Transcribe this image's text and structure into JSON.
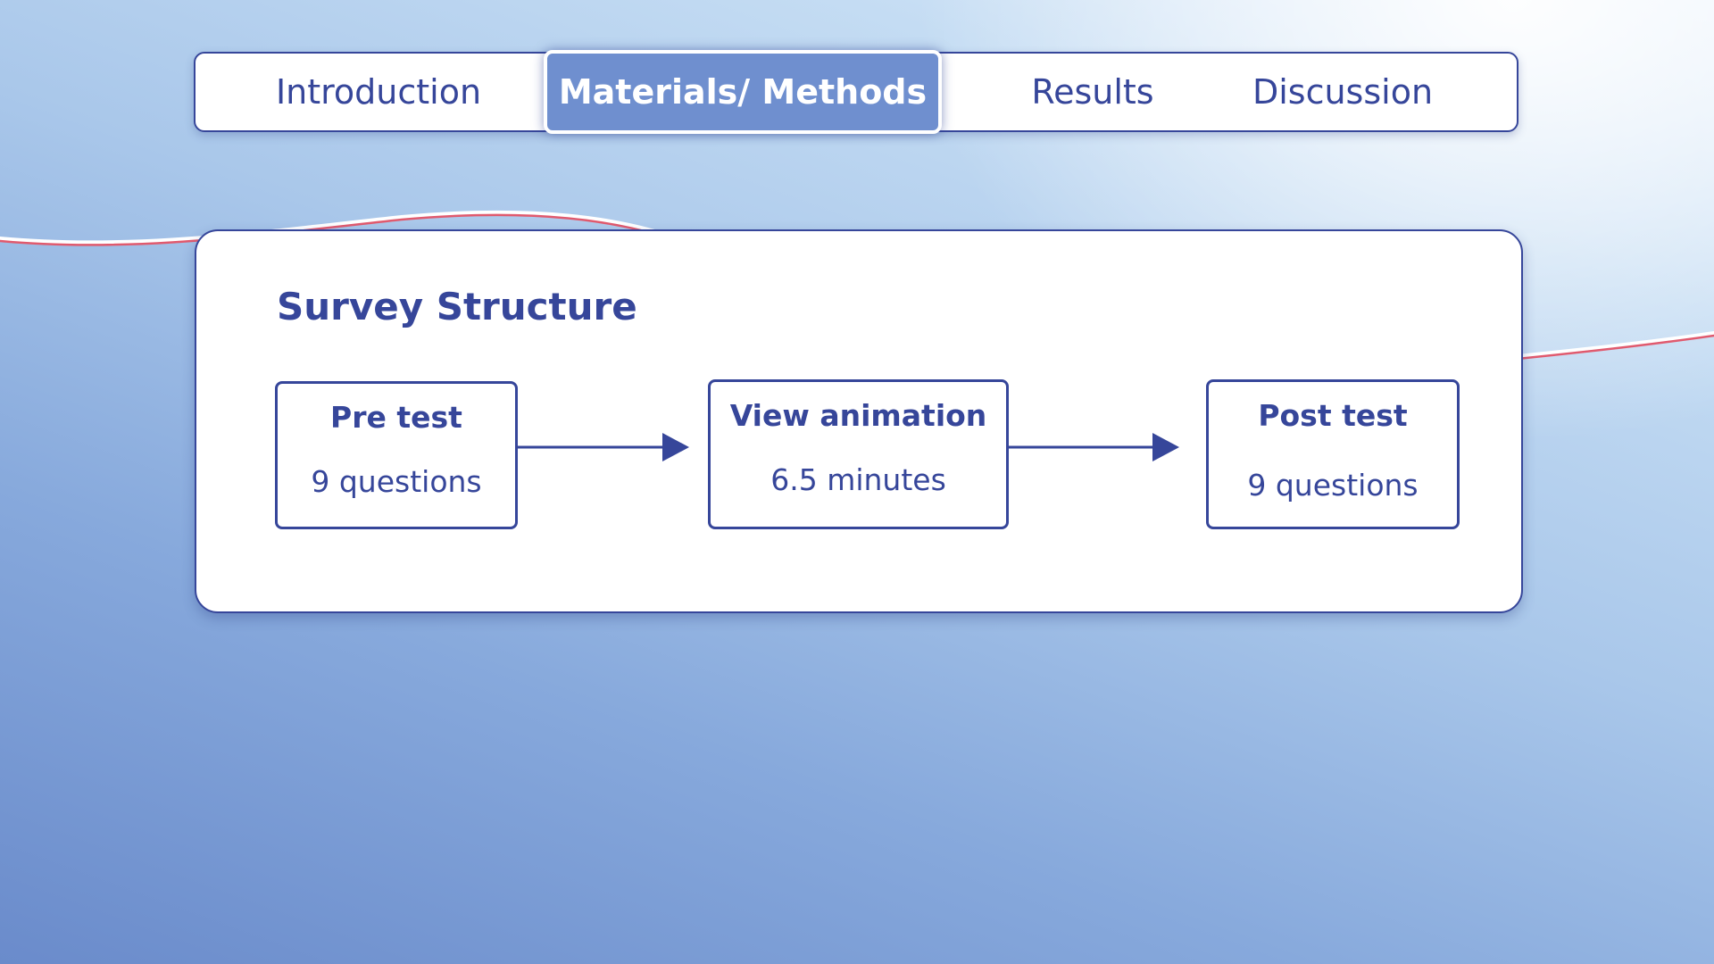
{
  "nav": {
    "tabs": [
      {
        "label": "Introduction",
        "active": false
      },
      {
        "label": "Materials/ Methods",
        "active": true
      },
      {
        "label": "Results",
        "active": false
      },
      {
        "label": "Discussion",
        "active": false
      }
    ]
  },
  "card": {
    "title": "Survey Structure",
    "steps": [
      {
        "title": "Pre test",
        "detail": "9 questions"
      },
      {
        "title": "View animation",
        "detail": "6.5 minutes"
      },
      {
        "title": "Post test",
        "detail": "9 questions"
      }
    ]
  },
  "colors": {
    "primary": "#36469a",
    "active_tab": "#6f8fcf",
    "accent_line": "#e05a6e"
  }
}
